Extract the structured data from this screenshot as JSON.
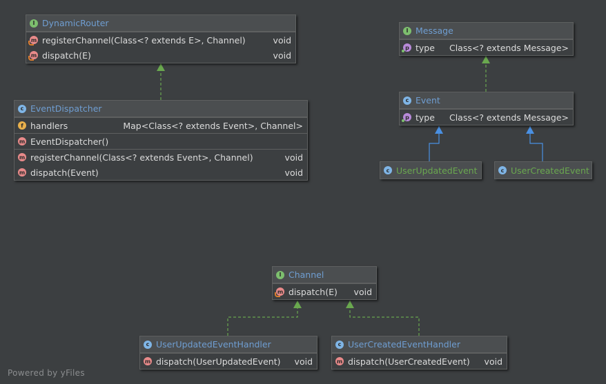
{
  "nodes": {
    "dynamic_router": {
      "kind": "interface",
      "icon": "interface-icon",
      "title": "DynamicRouter",
      "methods": [
        {
          "name": "registerChannel(Class<? extends E>, Channel)",
          "type": "void"
        },
        {
          "name": "dispatch(E)",
          "type": "void"
        }
      ]
    },
    "event_dispatcher": {
      "kind": "class",
      "icon": "class-icon",
      "title": "EventDispatcher",
      "fields": [
        {
          "name": "handlers",
          "type": "Map<Class<? extends Event>, Channel>"
        }
      ],
      "constructors": [
        {
          "name": "EventDispatcher()"
        }
      ],
      "methods": [
        {
          "name": "registerChannel(Class<? extends Event>, Channel)",
          "type": "void"
        },
        {
          "name": "dispatch(Event)",
          "type": "void"
        }
      ]
    },
    "message": {
      "kind": "interface",
      "icon": "interface-icon",
      "title": "Message",
      "properties": [
        {
          "name": "type",
          "type": "Class<? extends Message>"
        }
      ]
    },
    "event": {
      "kind": "class",
      "icon": "class-icon",
      "title": "Event",
      "properties": [
        {
          "name": "type",
          "type": "Class<? extends Message>"
        }
      ]
    },
    "user_updated_event": {
      "kind": "class",
      "icon": "class-icon",
      "title": "UserUpdatedEvent"
    },
    "user_created_event": {
      "kind": "class",
      "icon": "class-icon",
      "title": "UserCreatedEvent"
    },
    "channel": {
      "kind": "interface",
      "icon": "interface-icon",
      "title": "Channel",
      "methods": [
        {
          "name": "dispatch(E)",
          "type": "void"
        }
      ]
    },
    "user_updated_event_handler": {
      "kind": "class",
      "icon": "class-icon",
      "title": "UserUpdatedEventHandler",
      "methods": [
        {
          "name": "dispatch(UserUpdatedEvent)",
          "type": "void"
        }
      ]
    },
    "user_created_event_handler": {
      "kind": "class",
      "icon": "class-icon",
      "title": "UserCreatedEventHandler",
      "methods": [
        {
          "name": "dispatch(UserCreatedEvent)",
          "type": "void"
        }
      ]
    }
  },
  "edges": [
    {
      "from": "event_dispatcher",
      "to": "dynamic_router",
      "relation": "implements"
    },
    {
      "from": "event",
      "to": "message",
      "relation": "implements"
    },
    {
      "from": "user_updated_event",
      "to": "event",
      "relation": "extends"
    },
    {
      "from": "user_created_event",
      "to": "event",
      "relation": "extends"
    },
    {
      "from": "user_updated_event_handler",
      "to": "channel",
      "relation": "implements"
    },
    {
      "from": "user_created_event_handler",
      "to": "channel",
      "relation": "implements"
    }
  ],
  "colors": {
    "background": "#3c3f41",
    "header": "#4b4e50",
    "border": "#5e6060",
    "interface_title": "#6f9ed2",
    "implementation_title": "#6aa84f",
    "implements_edge": "#6aa84f",
    "extends_edge": "#4a90e2"
  },
  "footer": "Powered by yFiles"
}
